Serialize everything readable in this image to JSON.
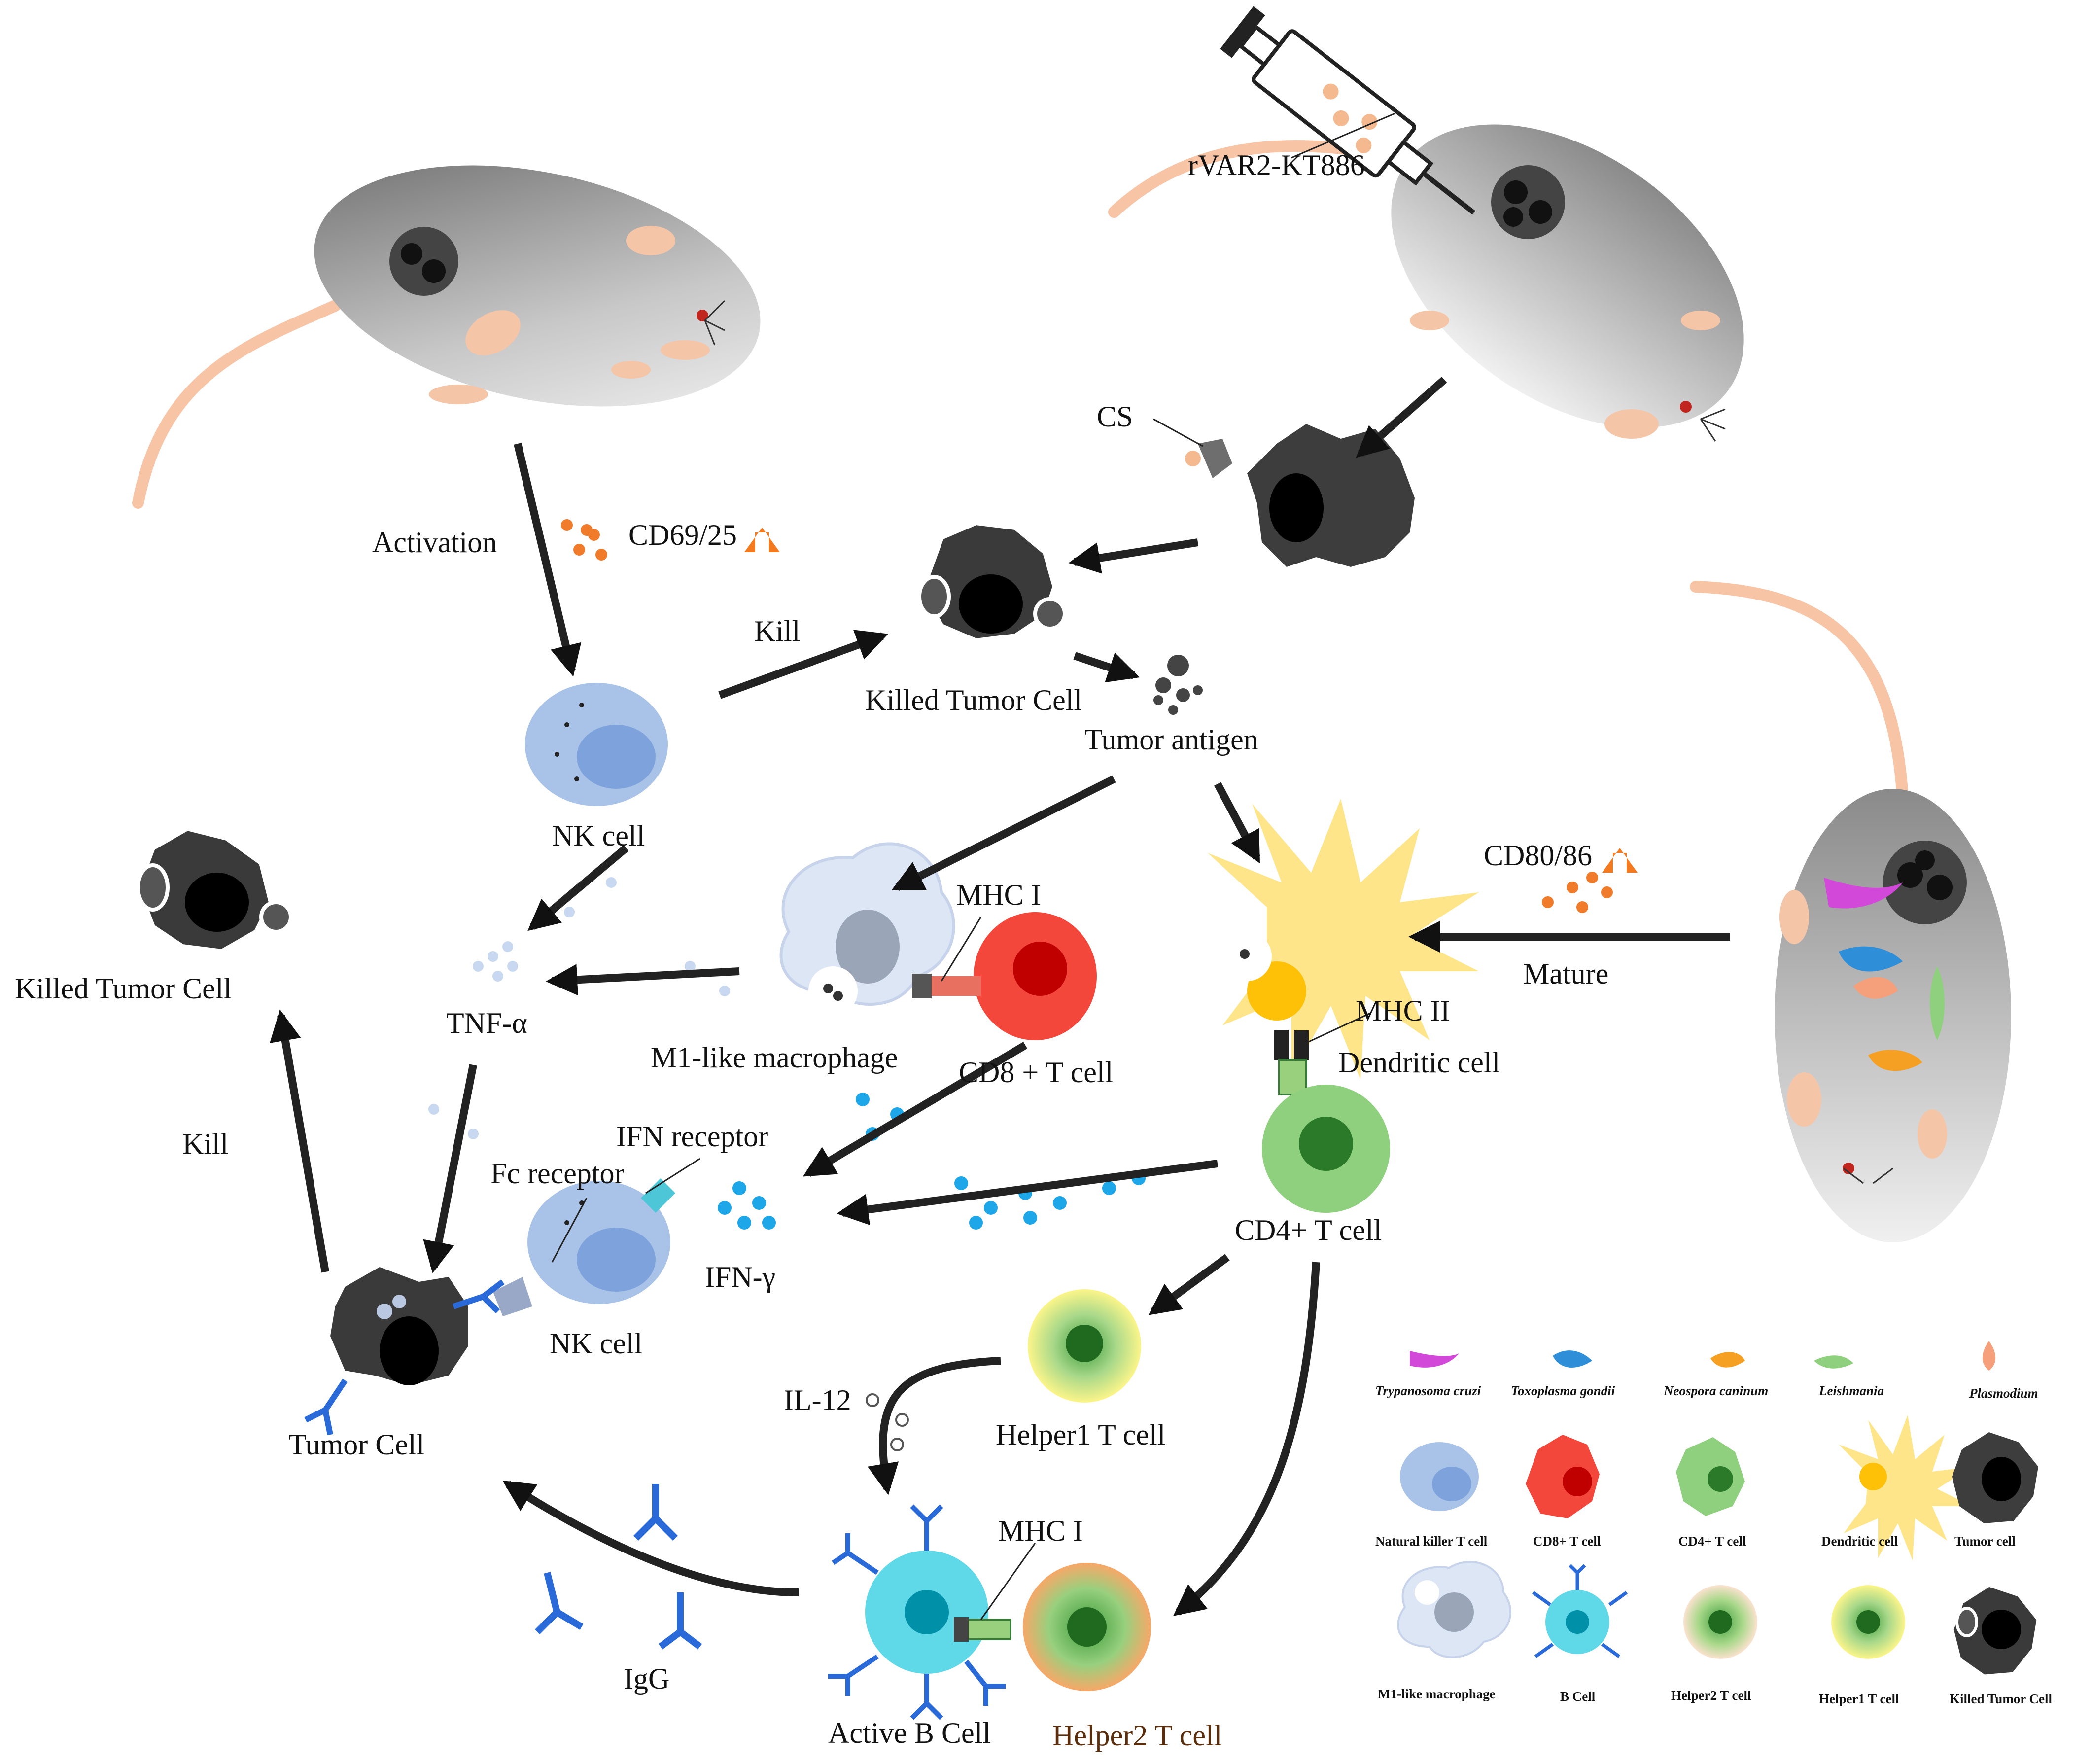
{
  "labels": {
    "rvar2": "rVAR2-KT886",
    "cs": "CS",
    "activation": "Activation",
    "cd69": "CD69/25",
    "kill_top": "Kill",
    "killed_tumor_center": "Killed Tumor Cell",
    "tumor_antigen": "Tumor antigen",
    "nk_cell_top": "NK cell",
    "killed_tumor_left": "Killed Tumor Cell",
    "tnf": "TNF-α",
    "mhc1_top": "MHC I",
    "m1_macrophage": "M1-like macrophage",
    "cd8": "CD8 + T cell",
    "cd80": "CD80/86",
    "mature": "Mature",
    "mhc2": "MHC II",
    "dendritic": "Dendritic cell",
    "kill_left": "Kill",
    "ifn_receptor": "IFN receptor",
    "fc_receptor": "Fc receptor",
    "ifn_gamma": "IFN-γ",
    "nk_cell_bottom": "NK cell",
    "cd4": "CD4+ T cell",
    "tumor_cell": "Tumor Cell",
    "il12": "IL-12",
    "helper1": "Helper1 T cell",
    "mhc1_bottom": "MHC I",
    "igg": "IgG",
    "active_b": "Active B Cell",
    "helper2": "Helper2 T cell"
  },
  "legend": {
    "row1": [
      "Trypanosoma cruzi",
      "Toxoplasma gondii",
      "Neospora caninum",
      "Leishmania",
      "Plasmodium"
    ],
    "row2": [
      "Natural killer T cell",
      "CD8+ T cell",
      "CD4+ T cell",
      "Dendritic cell",
      "Tumor cell"
    ],
    "row3": [
      "M1-like macrophage",
      "B Cell",
      "Helper2 T cell",
      "Helper1 T cell",
      "Killed Tumor Cell"
    ]
  },
  "colors": {
    "nk_cell": "#a9c3e8",
    "cd8_cell": "#f4473c",
    "cd4_cell": "#8fd07e",
    "dendritic": "#ffe58a",
    "b_cell": "#5fd8e8",
    "tumor": "#3a3a3a",
    "ifn_dot": "#1ea7e8",
    "cytokine_orange": "#f07b2a",
    "up_arrow": "#f47a20",
    "tail": "#f7c4a5"
  }
}
